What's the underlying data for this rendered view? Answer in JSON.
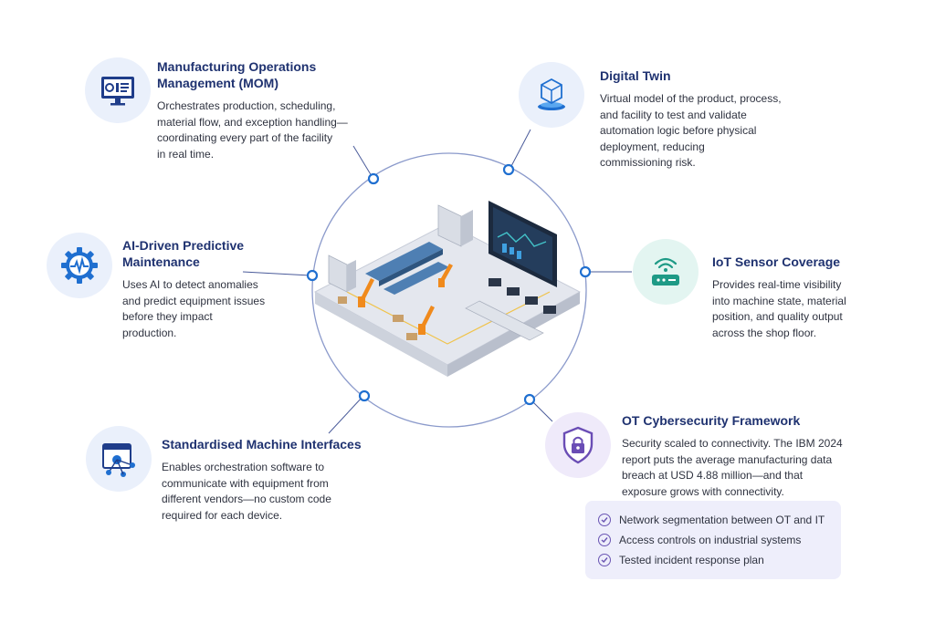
{
  "features": [
    {
      "id": "mom",
      "title": "Manufacturing Operations Management (MOM)",
      "title_lines": [
        "Manufacturing Operations",
        "Management (MOM)"
      ],
      "description_lines": [
        "Orchestrates production, scheduling,",
        "material flow, and exception handling—",
        "coordinating every part of the facility",
        "in real time."
      ],
      "icon": "monitor-dashboard-icon"
    },
    {
      "id": "digital-twin",
      "title_lines": [
        "Digital Twin"
      ],
      "description_lines": [
        "Virtual model of the product, process,",
        "and facility to test and validate",
        "automation logic before physical",
        "deployment, reducing",
        "commissioning risk."
      ],
      "icon": "cube-hologram-icon"
    },
    {
      "id": "predictive-maintenance",
      "title_lines": [
        "AI-Driven Predictive",
        "Maintenance"
      ],
      "description_lines": [
        "Uses AI to detect anomalies",
        "and predict equipment issues",
        "before they impact",
        "production."
      ],
      "icon": "gear-pulse-icon"
    },
    {
      "id": "iot",
      "title_lines": [
        "IoT Sensor Coverage"
      ],
      "description_lines": [
        "Provides real-time visibility",
        "into machine state, material",
        "position, and quality output",
        "across the shop floor."
      ],
      "icon": "wifi-sensor-icon"
    },
    {
      "id": "interfaces",
      "title_lines": [
        "Standardised Machine Interfaces"
      ],
      "description_lines": [
        "Enables orchestration software to",
        "communicate with equipment from",
        "different vendors—no custom code",
        "required for each device."
      ],
      "icon": "browser-network-icon"
    },
    {
      "id": "cybersecurity",
      "title_lines": [
        "OT Cybersecurity Framework"
      ],
      "description_lines": [
        "Security scaled to connectivity. The IBM 2024",
        "report puts the average manufacturing data",
        "breach at USD 4.88 million—and that",
        "exposure grows with connectivity."
      ],
      "icon": "shield-lock-icon"
    }
  ],
  "checklist": [
    "Network segmentation between OT and IT",
    "Access controls on industrial systems",
    "Tested incident response plan"
  ],
  "colors": {
    "title": "#1f3270",
    "ring": "#7a8fc6",
    "node": "#1f6fd0",
    "badge_blue": "#eaf0fb",
    "badge_teal": "#e3f5f1",
    "badge_purple": "#efeafa",
    "checklist_bg": "#eeeefb"
  }
}
